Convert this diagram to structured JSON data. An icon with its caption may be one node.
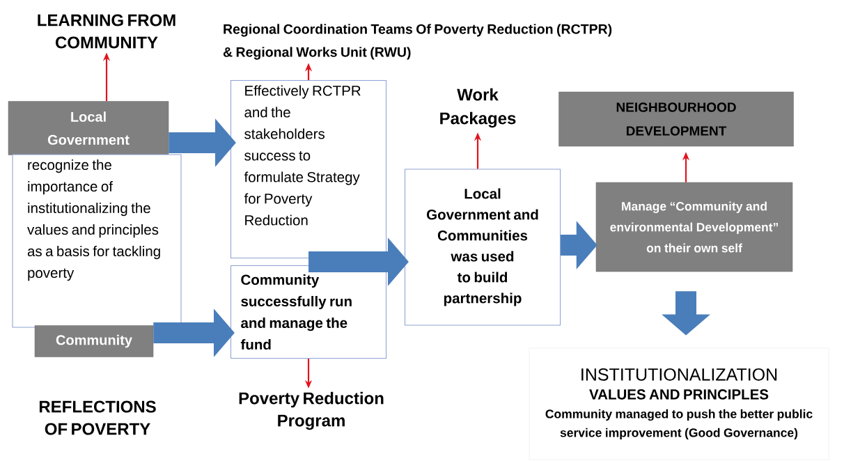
{
  "diagram": {
    "nodes": [
      {
        "text": [
          "LEARNING FROM COMMUNITY"
        ]
      },
      {
        "text": [
          "Regional Coordination Teams Of Poverty Reduction (RCTPR) & Regional Works Unit (RWU)"
        ]
      },
      {
        "text": [
          "Local Government"
        ]
      },
      {
        "text": [
          "recognize the importance of institutionalizing the values and principles as a basis for tackling poverty"
        ]
      },
      {
        "text": [
          "Community"
        ]
      },
      {
        "text": [
          "REFLECTIONS OF POVERTY"
        ]
      },
      {
        "text": [
          "Effectively RCTPR and the stakeholders success to formulate Strategy for Poverty Reduction"
        ]
      },
      {
        "text": [
          "Community successfully run and manage the fund"
        ]
      },
      {
        "text": [
          "Poverty Reduction Program"
        ]
      },
      {
        "text": [
          "Work Packages"
        ]
      },
      {
        "text": [
          "Local Government and Communities was used to build partnership"
        ]
      },
      {
        "text": [
          "NEIGHBOURHOOD DEVELOPMENT"
        ]
      },
      {
        "text": [
          "Manage “Community and environmental Development”  on their own self"
        ]
      },
      {
        "text": [
          "INSTITUTIONALIZATION",
          "VALUES AND PRINCIPLES",
          "Community managed to push the better public service improvement (Good Governance)"
        ]
      }
    ],
    "edges": [
      {
        "from": 2,
        "to": 0,
        "arrow": "to",
        "color": "#e0141e"
      },
      {
        "from": 6,
        "to": 1,
        "arrow": "to",
        "color": "#e0141e"
      },
      {
        "from": 2,
        "to": 6,
        "arrow": "to"
      },
      {
        "from": 4,
        "to": 7,
        "arrow": "to"
      },
      {
        "from": 7,
        "to": 8,
        "arrow": "to",
        "color": "#e0141e"
      },
      {
        "from": 6,
        "to": 10,
        "arrow": "to"
      },
      {
        "from": 7,
        "to": 10,
        "arrow": "to"
      },
      {
        "from": 10,
        "to": 9,
        "arrow": "to",
        "color": "#e0141e"
      },
      {
        "from": 10,
        "to": 12,
        "arrow": "to"
      },
      {
        "from": 12,
        "to": 11,
        "arrow": "to",
        "color": "#e0141e"
      },
      {
        "from": 12,
        "to": 13,
        "arrow": "to"
      }
    ]
  }
}
